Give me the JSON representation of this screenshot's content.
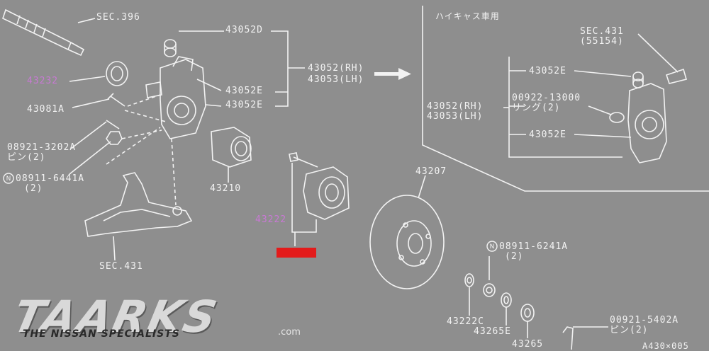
{
  "labels": {
    "sec396": "SEC.396",
    "p43052d": "43052D",
    "p43052rh": "43052(RH)",
    "p43053lh": "43053(LH)",
    "p43052e_a": "43052E",
    "p43052e_b": "43052E",
    "p43232": "43232",
    "p43081a": "43081A",
    "p08921": "08921-3202A",
    "pin2_a": "ピン(2)",
    "p08911_6441": "08911-6441A",
    "qty2_a": "(2)",
    "p43210": "43210",
    "p43222": "43222",
    "sec431_bottom": "SEC.431",
    "p43207": "43207",
    "high_cas_only": "ハイキャス車用",
    "sec431_inset": "SEC.431",
    "p55154": "(55154)",
    "inset_43052e_a": "43052E",
    "inset_43052rh": "43052(RH)",
    "inset_43053lh": "43053(LH)",
    "p00922": "00922-13000",
    "ring2": "リング(2)",
    "inset_43052e_b": "43052E",
    "p08911_6241": "08911-6241A",
    "qty2_b": "(2)",
    "p43222c": "43222C",
    "p43265e": "43265E",
    "p43265": "43265",
    "p00921": "00921-5402A",
    "pin2_b": "ピン(2)",
    "page_ref": "A430×005"
  },
  "logo": {
    "title": "TAARKS",
    "subtitle": "THE NISSAN SPECIALISTS",
    "domain": ".com"
  },
  "colors": {
    "background": "#8e8e8e",
    "line": "#f2f2f2",
    "highlight_text": "#c879d4",
    "highlight_box": "#e31b1b"
  }
}
